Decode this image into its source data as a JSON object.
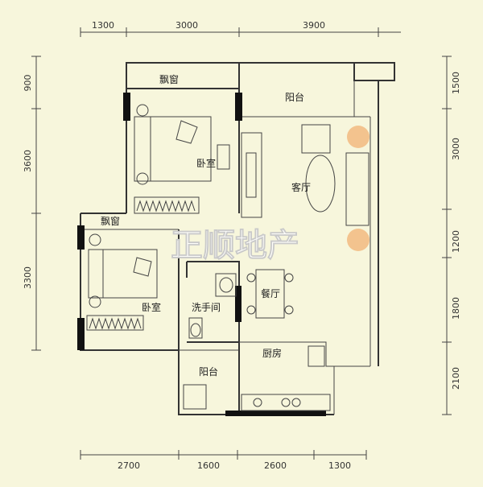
{
  "dimensions": {
    "top": [
      "1300",
      "3000",
      "3900"
    ],
    "bottom": [
      "2700",
      "1600",
      "2600",
      "1300"
    ],
    "left": [
      "900",
      "3600",
      "3300"
    ],
    "right": [
      "1500",
      "3000",
      "1200",
      "1800",
      "2100"
    ]
  },
  "rooms": {
    "bay_window_top": "飘窗",
    "balcony_top": "阳台",
    "bedroom_main": "卧室",
    "living_room": "客厅",
    "bay_window_small": "飘窗",
    "bedroom_second": "卧室",
    "washroom": "洗手间",
    "dining_room": "餐厅",
    "kitchen": "厨房",
    "balcony_bottom": "阳台"
  },
  "watermark": "正顺地产",
  "colors": {
    "background": "#f7f6dc",
    "wall": "#333333",
    "window_block": "#111111"
  }
}
